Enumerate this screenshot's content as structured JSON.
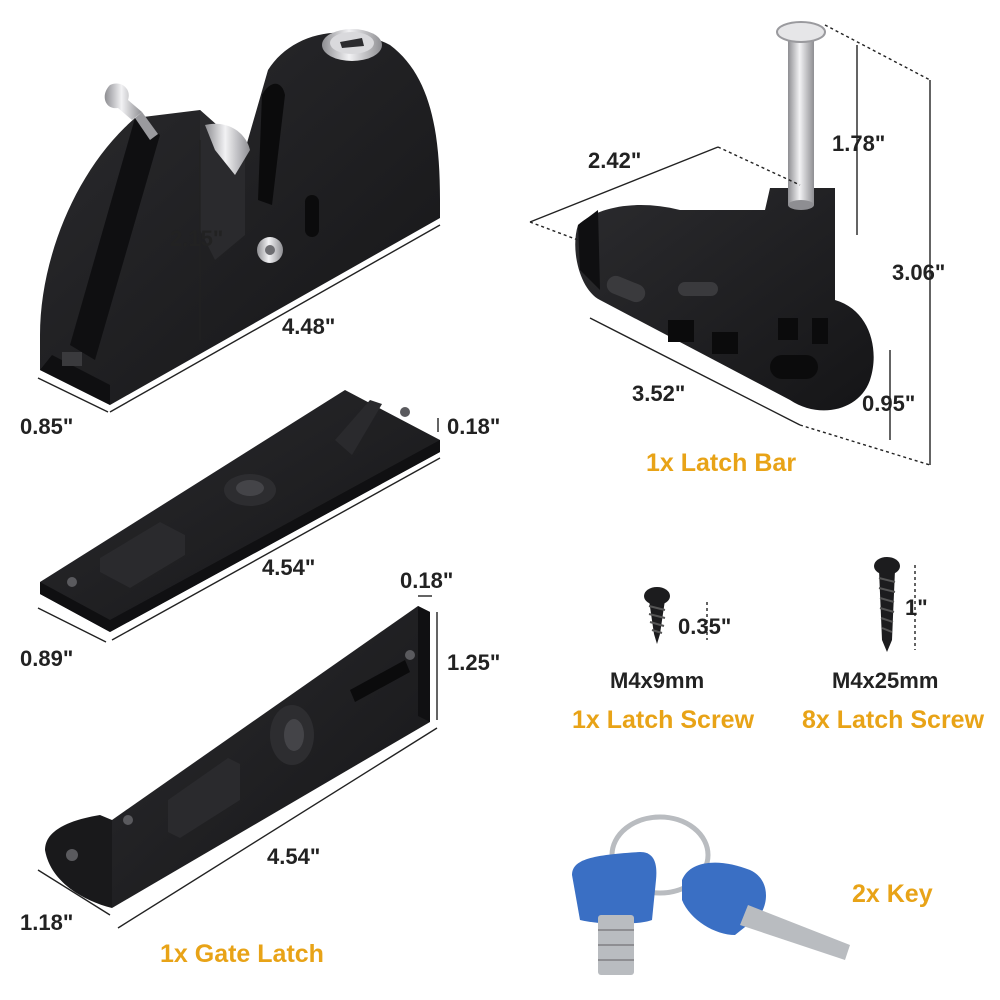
{
  "colors": {
    "part": "#1c1c1e",
    "part_edge": "#2e2e31",
    "part_hole": "#3a3a3d",
    "metal": "#c9c9cc",
    "metal_shade": "#8e8e92",
    "key_head": "#3a6fc4",
    "key_blade": "#b9bcc0",
    "dim_line": "#222222",
    "accent": "#e8a317"
  },
  "icons": {
    "lock_body": "gate-lock-body",
    "latch_bar": "latch-bar-pin",
    "flat_plate": "flat-latch-plate",
    "angle_plate": "angle-latch-plate",
    "short_screw": "short-screw",
    "long_screw": "long-screw",
    "keys": "key-pair"
  },
  "dimensions": {
    "lock_height": "2.15\"",
    "lock_length": "4.48\"",
    "lock_width": "0.85\"",
    "plate_thickness": "0.18\"",
    "plate_length": "4.54\"",
    "plate_width": "0.89\"",
    "angle_thickness": "0.18\"",
    "angle_height": "1.25\"",
    "angle_length": "4.54\"",
    "angle_width": "1.18\"",
    "bar_length": "2.42\"",
    "bar_pin": "1.78\"",
    "bar_total": "3.06\"",
    "bar_base": "3.52\"",
    "bar_height": "0.95\"",
    "short_screw_len": "0.35\"",
    "long_screw_len": "1\""
  },
  "captions": {
    "latch_bar": "1x Latch Bar",
    "gate_latch": "1x Gate Latch",
    "short_screw_size": "M4x9mm",
    "short_screw_qty": "1x Latch Screw",
    "long_screw_size": "M4x25mm",
    "long_screw_qty": "8x Latch Screw",
    "keys": "2x Key"
  }
}
